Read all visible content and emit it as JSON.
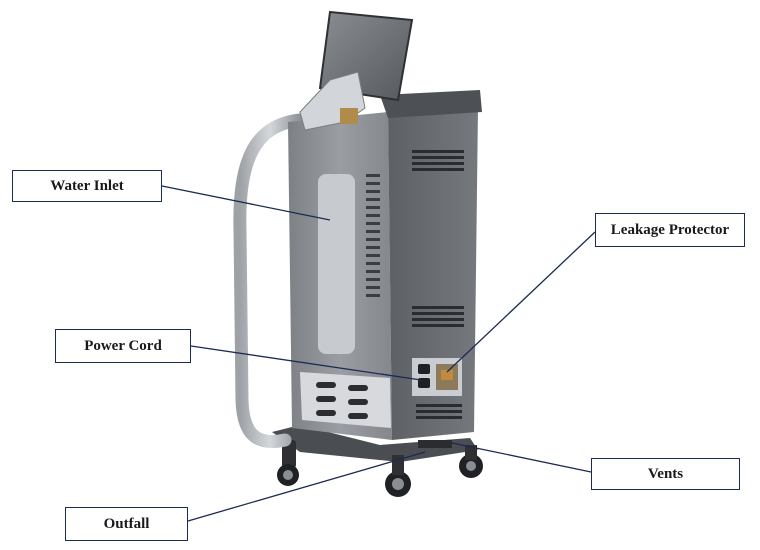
{
  "labels": {
    "water_inlet": "Water Inlet",
    "leakage_protector": "Leakage Protector",
    "power_cord": "Power Cord",
    "vents": "Vents",
    "outfall": "Outfall"
  },
  "colors": {
    "leader_line": "#1c2b52",
    "box_border": "#1c2b52",
    "machine_body": "#8e9297",
    "machine_side": "#6f7377",
    "machine_dark": "#3a3d42",
    "panel_light": "#b8bcc2",
    "background": "#ffffff"
  }
}
